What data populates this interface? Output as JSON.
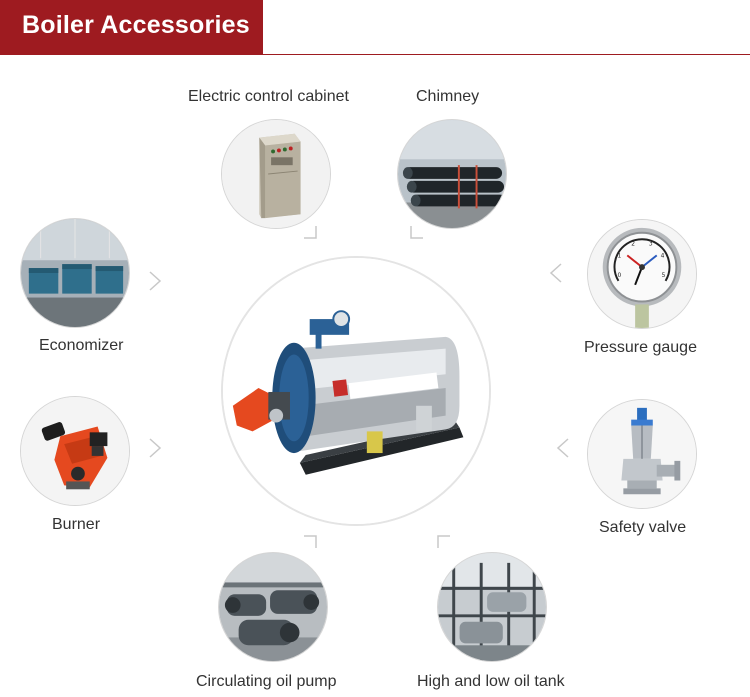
{
  "header": {
    "title": "Boiler Accessories"
  },
  "colors": {
    "brand": "#9e1b20",
    "ring": "#e4e4e4",
    "chevron": "#c8c8c8"
  },
  "center": {
    "icon": "thermal-oil-boiler-photo"
  },
  "accessories": [
    {
      "label": "Electric control cabinet",
      "icon": "control-cabinet-photo"
    },
    {
      "label": "Chimney",
      "icon": "chimney-pipes-photo"
    },
    {
      "label": "Economizer",
      "icon": "economizer-photo"
    },
    {
      "label": "Pressure gauge",
      "icon": "pressure-gauge-photo"
    },
    {
      "label": "Burner",
      "icon": "burner-photo"
    },
    {
      "label": "Safety valve",
      "icon": "safety-valve-photo"
    },
    {
      "label": "Circulating oil pump",
      "icon": "oil-pump-photo"
    },
    {
      "label": "High and low oil tank",
      "icon": "oil-tank-photo"
    }
  ]
}
